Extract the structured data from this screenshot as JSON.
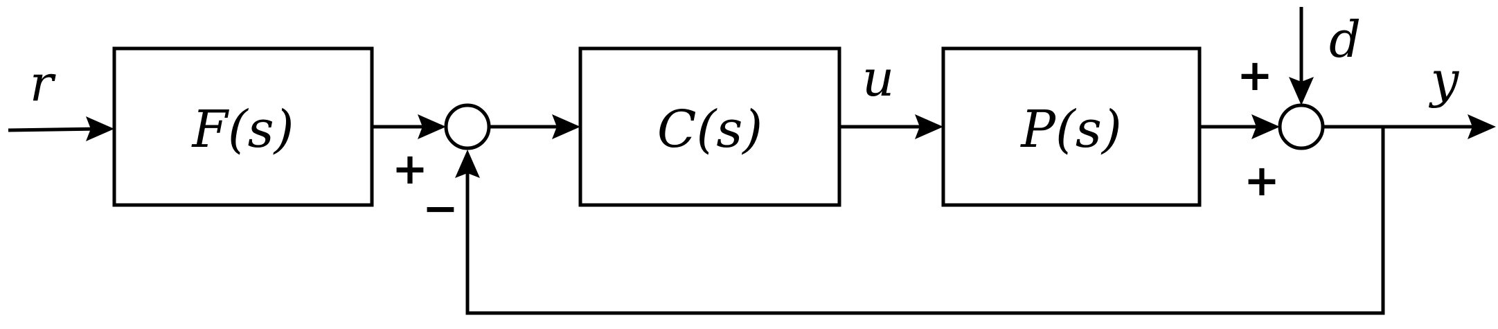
{
  "blocks": {
    "prefilter": "F(s)",
    "controller": "C(s)",
    "plant": "P(s)"
  },
  "signals": {
    "reference": "r",
    "control": "u",
    "disturbance": "d",
    "output": "y"
  },
  "signs": {
    "sum1_reference": "+",
    "sum1_feedback": "−",
    "sum2_plant": "+",
    "sum2_disturbance": "+"
  },
  "colors": {
    "stroke": "#000000",
    "background": "#ffffff"
  }
}
